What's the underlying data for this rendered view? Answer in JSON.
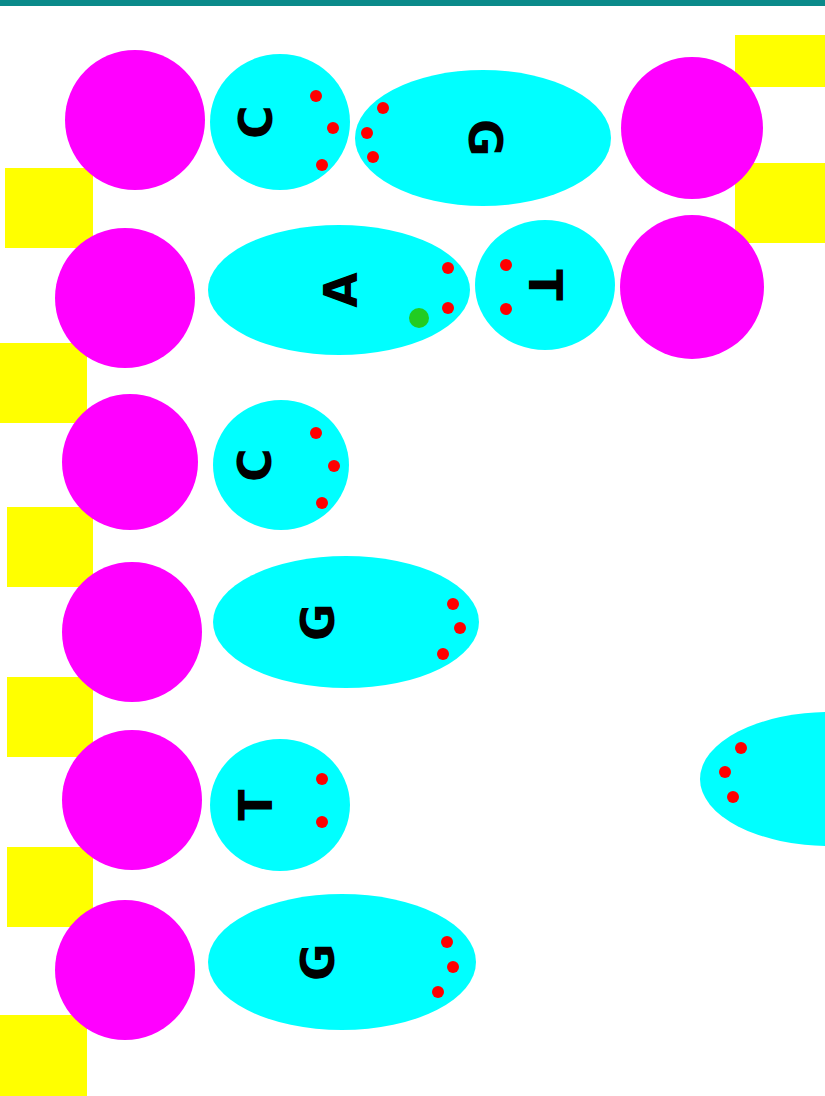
{
  "diagram": {
    "nodes": [
      {
        "text": [
          "C"
        ]
      },
      {
        "text": [
          "G"
        ]
      },
      {
        "text": [
          "A"
        ]
      },
      {
        "text": [
          "T"
        ]
      },
      {
        "text": [
          "C"
        ]
      },
      {
        "text": [
          "G"
        ]
      },
      {
        "text": [
          "T"
        ]
      },
      {
        "text": [
          "G"
        ]
      }
    ]
  }
}
